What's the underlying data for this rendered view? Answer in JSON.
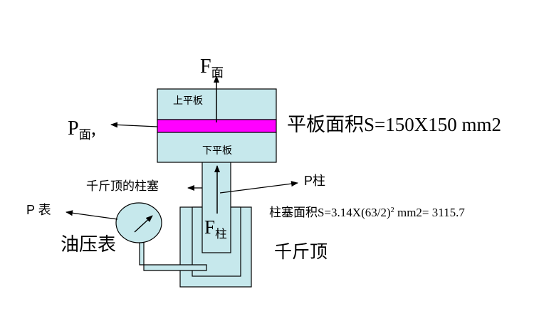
{
  "colors": {
    "body_fill": "#c6e8ec",
    "outline": "#000000",
    "pink_band": "#ff00ff",
    "arrow": "#000000"
  },
  "labels": {
    "f_top_main": "F",
    "f_top_sub": "面",
    "upper_plate": "上平板",
    "lower_plate": "下平板",
    "p_surface_main": "P",
    "p_surface_sub": "面",
    "p_surface_suffix": ",",
    "plate_area": "平板面积S=150X150 mm2",
    "jack_plunger": "千斤顶的柱塞",
    "p_column": "P柱",
    "p_gauge": "P 表",
    "plunger_area_prefix": "柱塞面积S=3.14X(63/2)",
    "plunger_area_sup": "2",
    "plunger_area_suffix": " mm2= 3115.7",
    "f_column_main": "F",
    "f_column_sub": "柱",
    "oil_gauge": "油压表",
    "jack": "千斤顶"
  }
}
